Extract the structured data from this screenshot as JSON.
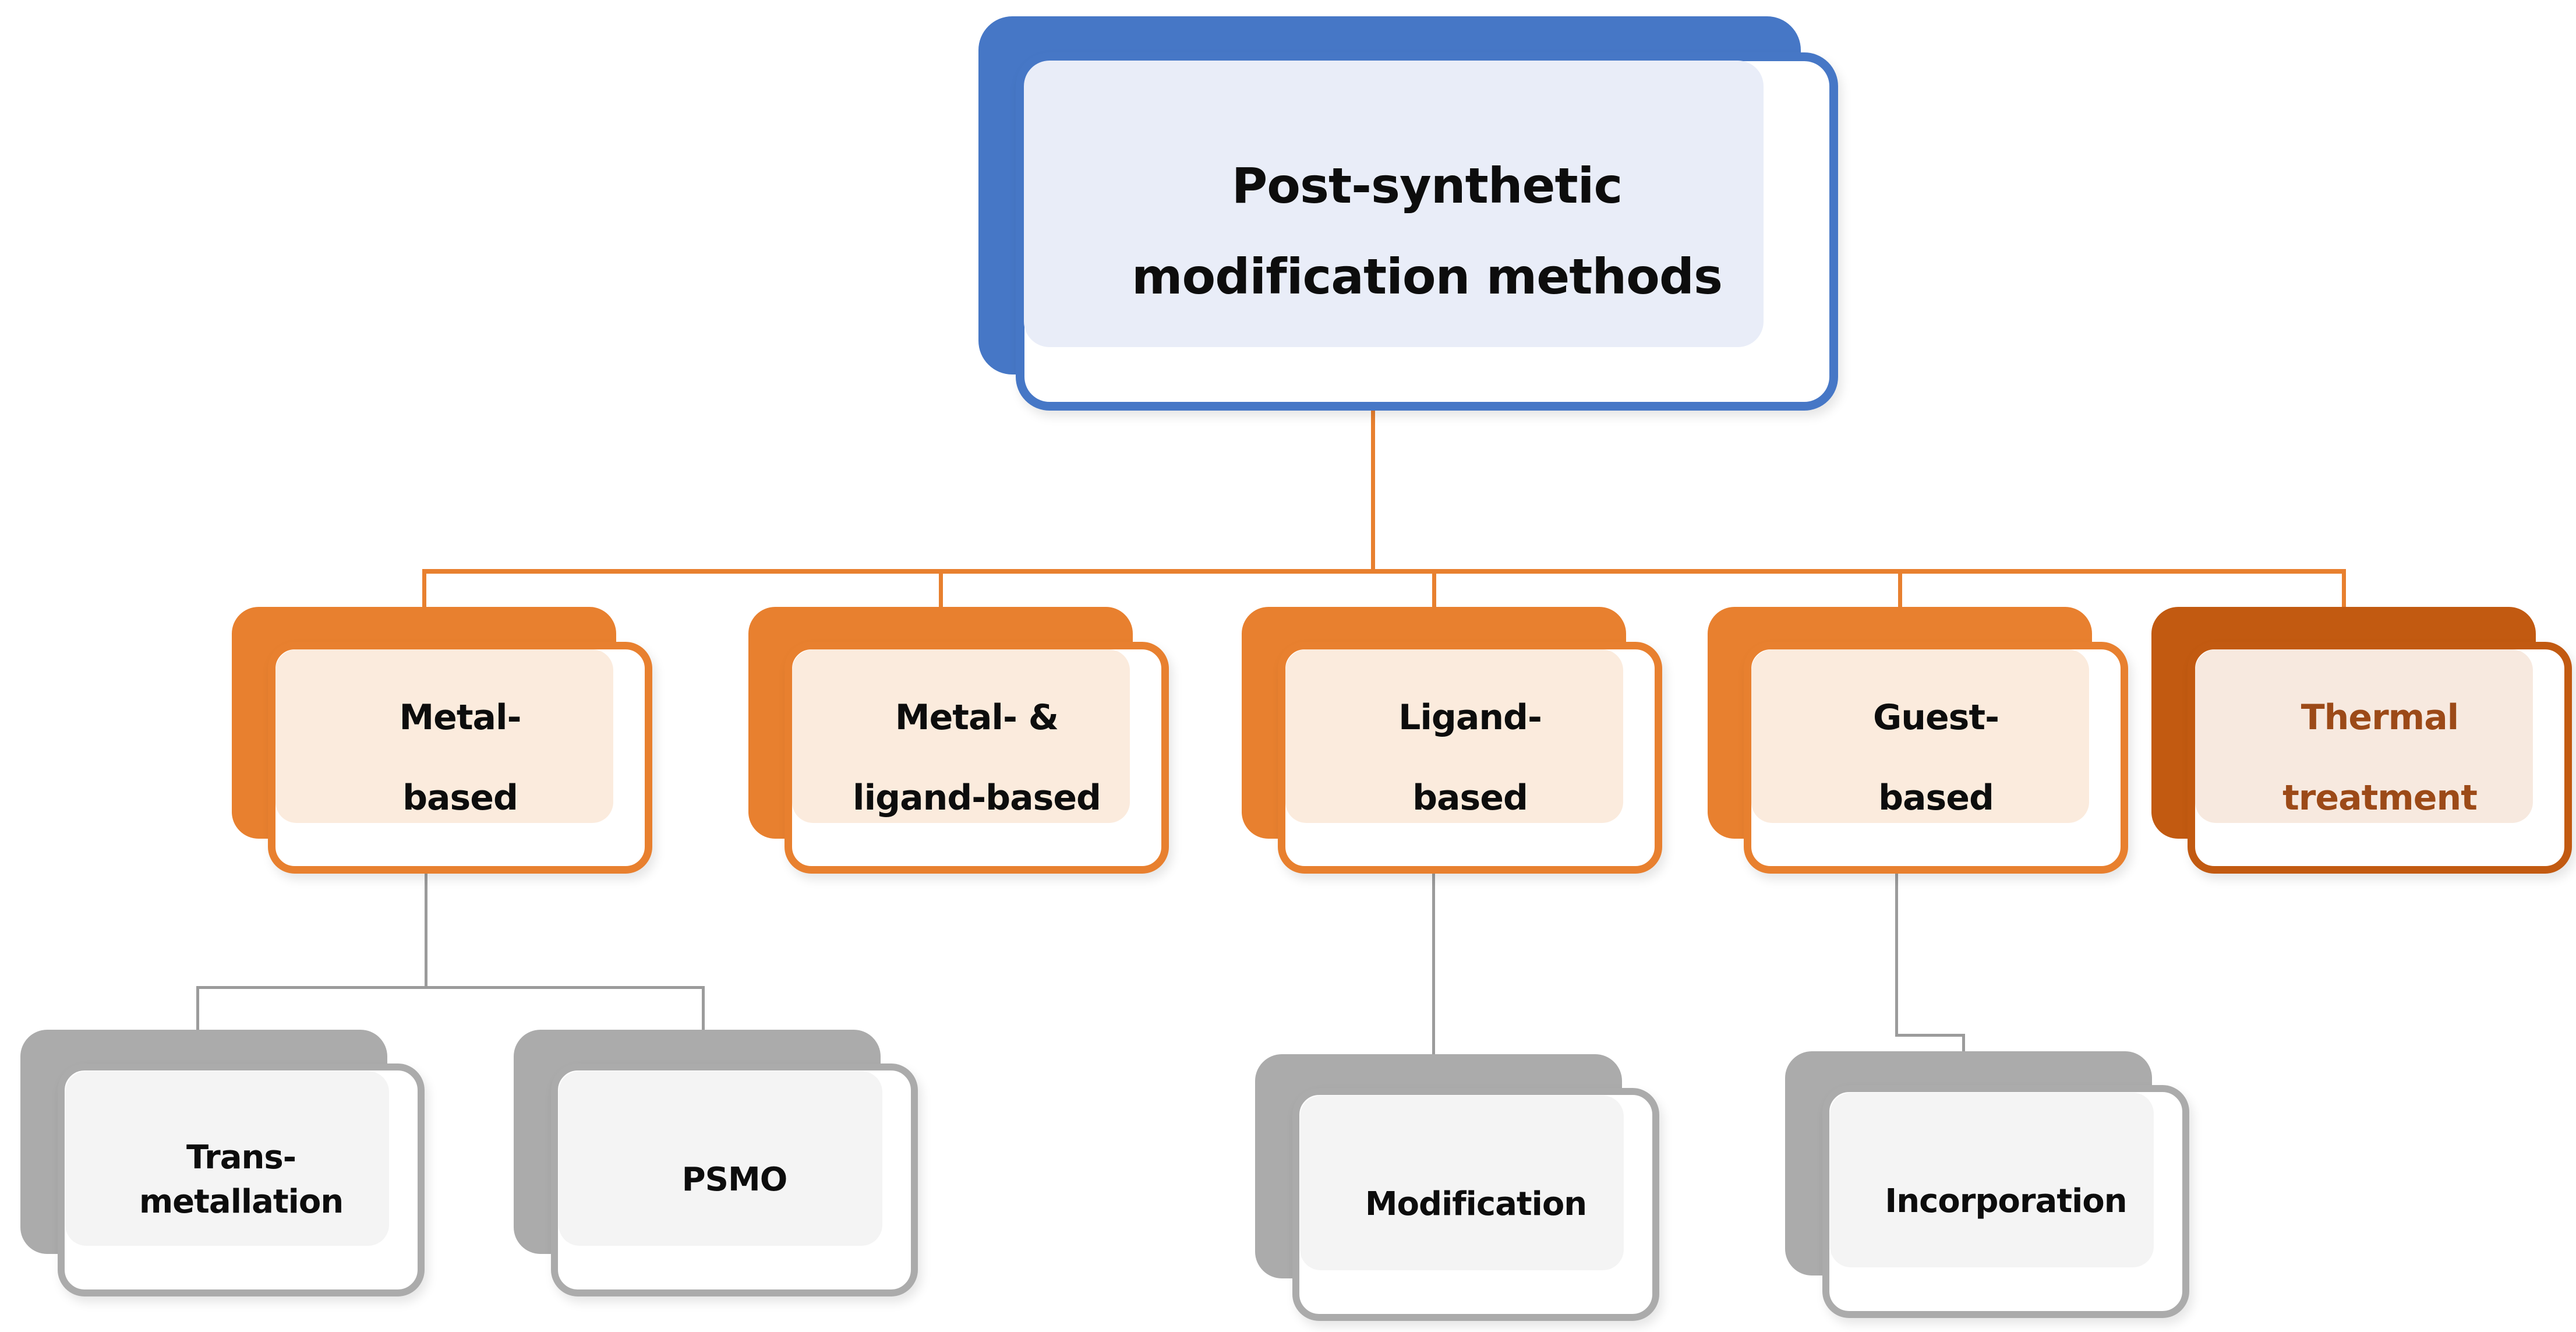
{
  "figure": {
    "type": "hierarchy-diagram",
    "levels": 3
  },
  "root": {
    "line1": "Post-synthetic",
    "line2": "modification methods"
  },
  "level2": [
    {
      "line1": "Metal-",
      "line2": "based"
    },
    {
      "line1": "Metal- &",
      "line2": "ligand-based"
    },
    {
      "line1": "Ligand-",
      "line2": "based"
    },
    {
      "line1": "Guest-",
      "line2": "based"
    },
    {
      "line1": "Thermal",
      "line2": "treatment"
    }
  ],
  "level3": [
    {
      "line1": "Trans-",
      "line2": "metallation"
    },
    {
      "line1": "PSMO"
    },
    {
      "line1": "Modification"
    },
    {
      "line1": "Incorporation"
    }
  ],
  "colors": {
    "background": "#FFFFFF",
    "text": "#0D0D0D",
    "blue": "#4677C6",
    "blue_tint": "#E9EDF8",
    "orange": "#E8802F",
    "orange_tint": "#FBEBDD",
    "dark_orange": "#C25A11",
    "dark_orange_tint": "#F7E9DF",
    "dark_orange_text": "#9C4A18",
    "gray": "#ABABAB",
    "gray_tint": "#F4F4F4",
    "connector_gray": "#9B9B9B"
  }
}
